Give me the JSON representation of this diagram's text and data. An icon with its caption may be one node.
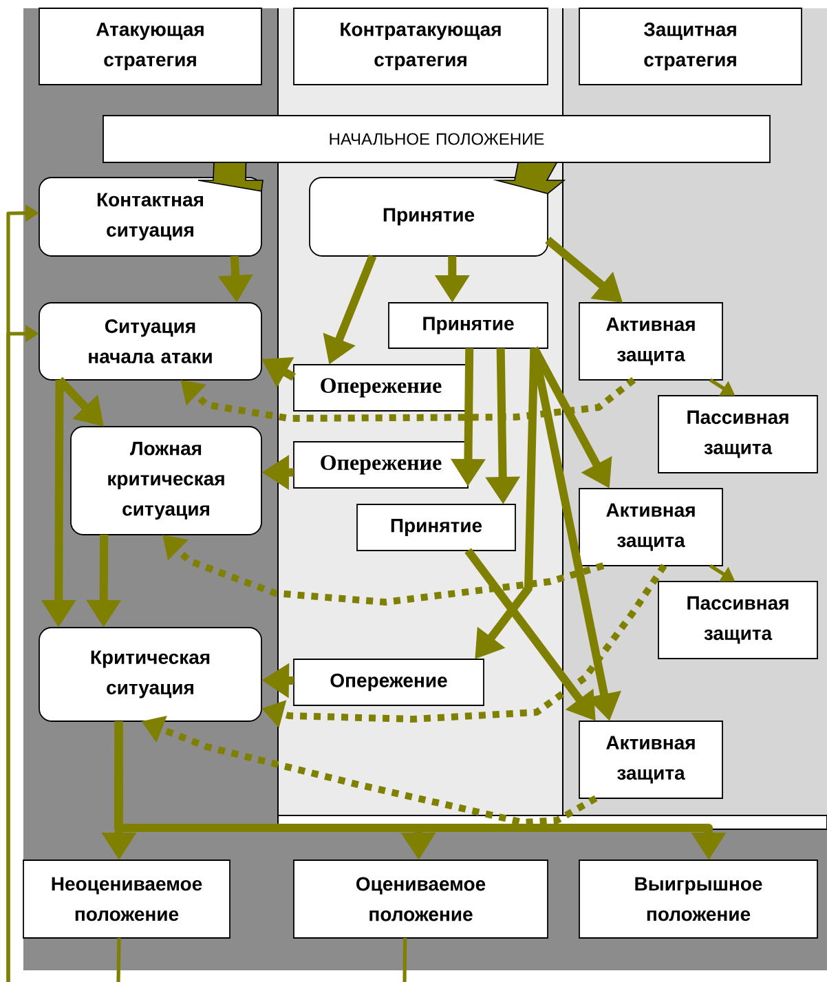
{
  "diagram": {
    "nodes": [
      {
        "text": [
          "Атакующая стратегия"
        ]
      },
      {
        "text": [
          "Контратакующая стратегия"
        ]
      },
      {
        "text": [
          "Защитная стратегия"
        ]
      },
      {
        "text": [
          "НАЧАЛЬНОЕ ПОЛОЖЕНИЕ"
        ]
      },
      {
        "text": [
          "Контактная ситуация"
        ]
      },
      {
        "text": [
          "Принятие"
        ]
      },
      {
        "text": [
          "Ситуация начала атаки"
        ]
      },
      {
        "text": [
          "Принятие"
        ]
      },
      {
        "text": [
          "Активная защита"
        ]
      },
      {
        "text": [
          "Опережение"
        ]
      },
      {
        "text": [
          "Пассивная защита"
        ]
      },
      {
        "text": [
          "Ложная критическая ситуация"
        ]
      },
      {
        "text": [
          "Опережение"
        ]
      },
      {
        "text": [
          "Принятие"
        ]
      },
      {
        "text": [
          "Активная защита"
        ]
      },
      {
        "text": [
          "Пассивная защита"
        ]
      },
      {
        "text": [
          "Критическая ситуация"
        ]
      },
      {
        "text": [
          "Опережение"
        ]
      },
      {
        "text": [
          "Активная защита"
        ]
      },
      {
        "text": [
          "Неоцениваемое положение"
        ]
      },
      {
        "text": [
          "Оцениваемое положение"
        ]
      },
      {
        "text": [
          "Выигрышное положение"
        ]
      }
    ],
    "edges": [
      {
        "from": 3,
        "to": 4,
        "arrow": "to"
      },
      {
        "from": 3,
        "to": 5,
        "arrow": "to"
      },
      {
        "from": 4,
        "to": 6,
        "arrow": "to"
      },
      {
        "from": 5,
        "to": 7,
        "arrow": "to"
      },
      {
        "from": 5,
        "to": 9,
        "arrow": "to"
      },
      {
        "from": 5,
        "to": 8,
        "arrow": "to"
      },
      {
        "from": 9,
        "to": 6,
        "arrow": "to"
      },
      {
        "from": 6,
        "to": 11,
        "arrow": "to"
      },
      {
        "from": 6,
        "to": 16,
        "arrow": "to"
      },
      {
        "from": 12,
        "to": 11,
        "arrow": "to"
      },
      {
        "from": 11,
        "to": 16,
        "arrow": "to"
      },
      {
        "from": 7,
        "to": 12,
        "arrow": "to"
      },
      {
        "from": 7,
        "to": 13,
        "arrow": "to"
      },
      {
        "from": 7,
        "to": 14,
        "arrow": "to"
      },
      {
        "from": 7,
        "to": 17,
        "arrow": "to"
      },
      {
        "from": 7,
        "to": 18,
        "arrow": "to"
      },
      {
        "from": 13,
        "to": 18,
        "arrow": "to"
      },
      {
        "from": 17,
        "to": 16,
        "arrow": "to"
      },
      {
        "from": 16,
        "to": 19,
        "arrow": "to"
      },
      {
        "from": 16,
        "to": 20,
        "arrow": "to"
      },
      {
        "from": 16,
        "to": 21,
        "arrow": "to"
      },
      {
        "from": 8,
        "to": 10,
        "arrow": "to"
      },
      {
        "from": 14,
        "to": 15,
        "arrow": "to"
      },
      {
        "from": 8,
        "to": 6,
        "arrow": "to",
        "style": "dashed"
      },
      {
        "from": 14,
        "to": 11,
        "arrow": "to",
        "style": "dashed"
      },
      {
        "from": 14,
        "to": 16,
        "arrow": "to",
        "style": "dashed"
      },
      {
        "from": 18,
        "to": 16,
        "arrow": "to",
        "style": "dashed"
      },
      {
        "from": null,
        "to": 4,
        "arrow": "to"
      },
      {
        "from": null,
        "to": 6,
        "arrow": "to"
      },
      {
        "from": 19,
        "to": null,
        "arrow": "none"
      },
      {
        "from": 20,
        "to": null,
        "arrow": "none"
      }
    ]
  }
}
